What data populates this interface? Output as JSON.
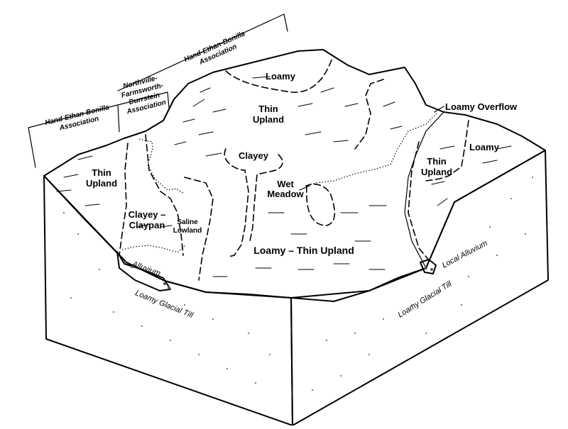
{
  "associations": {
    "left": [
      "Hand-Ethan-Bonilla",
      "Association"
    ],
    "middle": [
      "Northville-",
      "Farmsworth-",
      "Durrstein",
      "Association"
    ],
    "right": [
      "Hand-Ethan-Bonilla",
      "Association"
    ]
  },
  "soil_labels": {
    "loamy_top": "Loamy",
    "thin_upland_center": [
      "Thin",
      "Upland"
    ],
    "clayey": "Clayey",
    "wet_meadow": [
      "Wet",
      "Meadow"
    ],
    "loamy_thin_upland": "Loamy – Thin Upland",
    "thin_upland_left": [
      "Thin",
      "Upland"
    ],
    "clayey_claypan": [
      "Clayey –",
      "Claypan"
    ],
    "saline_lowland": [
      "Saline",
      "Lowland"
    ],
    "alluvium": "Alluvium",
    "loamy_overflow": "Loamy Overflow",
    "loamy_right": "Loamy",
    "thin_upland_right": [
      "Thin",
      "Upland"
    ],
    "local_alluvium": "Local Alluvium"
  },
  "side_labels": {
    "left_face": "Loamy Glacial Till",
    "right_face": "Loamy Glacial Till"
  }
}
